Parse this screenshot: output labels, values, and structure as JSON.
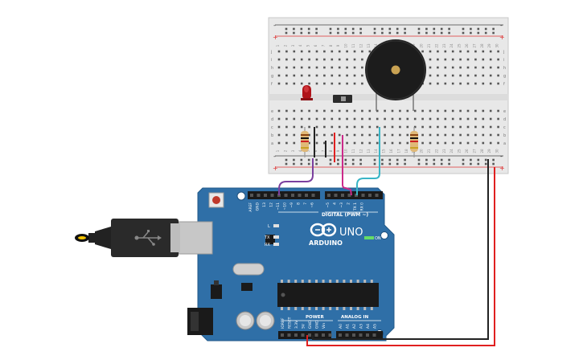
{
  "breadboard": {
    "row_labels_top": [
      "j",
      "i",
      "h",
      "g",
      "f"
    ],
    "row_labels_bottom": [
      "e",
      "d",
      "c",
      "b",
      "a"
    ],
    "column_numbers": [
      "1",
      "2",
      "3",
      "4",
      "5",
      "6",
      "7",
      "8",
      "9",
      "10",
      "11",
      "12",
      "13",
      "14",
      "15",
      "16",
      "17",
      "18",
      "19",
      "20",
      "21",
      "22",
      "23",
      "24",
      "25",
      "26",
      "27",
      "28",
      "29",
      "30"
    ],
    "rail_plus": "+",
    "rail_minus": "-"
  },
  "arduino": {
    "brand": "ARDUINO",
    "model": "UNO",
    "digital_label": "DIGITAL (PWM ~)",
    "analog_label": "ANALOG IN",
    "power_label": "POWER",
    "on_label": "ON",
    "led_l": "L",
    "led_tx": "TX",
    "led_rx": "RX",
    "digital_pins": [
      "AREF",
      "GND",
      "13",
      "12",
      "~11",
      "~10",
      "~9",
      "8",
      "7",
      "~6",
      "~5",
      "4",
      "~3",
      "2",
      "TX 1",
      "RX 0"
    ],
    "power_pins": [
      "IOREF",
      "RESET",
      "3.3V",
      "5V",
      "GND",
      "GND",
      "Vin"
    ],
    "analog_pins": [
      "A0",
      "A1",
      "A2",
      "A3",
      "A4",
      "A5"
    ]
  },
  "wire_colors": {
    "purple": "#7b3f9e",
    "magenta": "#cc2a8a",
    "cyan": "#39b5c6",
    "red": "#e02020",
    "black": "#222222"
  },
  "board_color": "#2f6fa7"
}
